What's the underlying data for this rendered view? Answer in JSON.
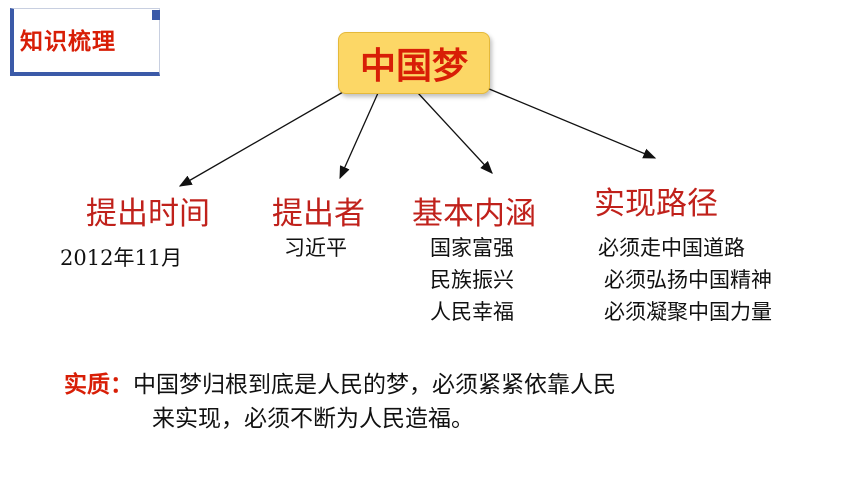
{
  "section_tag": "知识梳理",
  "center_title": "中国梦",
  "branches": [
    {
      "label": "提出时间",
      "details": [
        "2012年11月"
      ]
    },
    {
      "label": "提出者",
      "details": [
        "习近平"
      ]
    },
    {
      "label": "基本内涵",
      "details": [
        "国家富强",
        "民族振兴",
        "人民幸福"
      ]
    },
    {
      "label": "实现路径",
      "details": [
        "必须走中国道路",
        "必须弘扬中国精神",
        "必须凝聚中国力量"
      ]
    }
  ],
  "essence": {
    "label": "实质：",
    "line1": "中国梦归根到底是人民的梦，必须紧紧依靠人民",
    "line2": "来实现，必须不断为人民造福。"
  },
  "colors": {
    "accent_red": "#d81e06",
    "node_fill": "#fcd766",
    "frame_blue": "#3b5aa8"
  }
}
